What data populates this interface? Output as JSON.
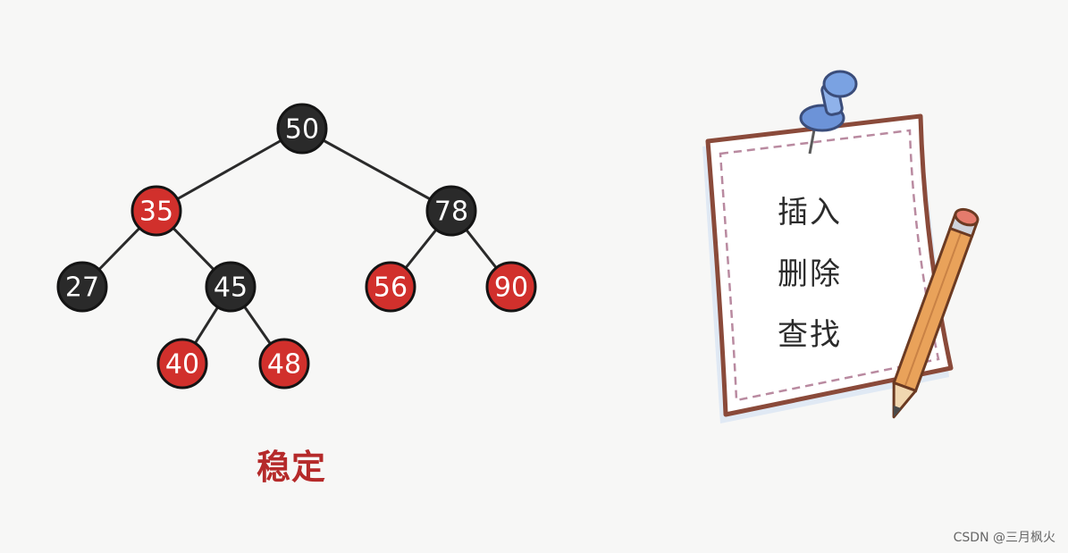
{
  "tree": {
    "nodes": [
      {
        "id": "n50",
        "label": "50",
        "color": "black"
      },
      {
        "id": "n35",
        "label": "35",
        "color": "red"
      },
      {
        "id": "n78",
        "label": "78",
        "color": "black"
      },
      {
        "id": "n27",
        "label": "27",
        "color": "black"
      },
      {
        "id": "n45",
        "label": "45",
        "color": "black"
      },
      {
        "id": "n56",
        "label": "56",
        "color": "red"
      },
      {
        "id": "n90",
        "label": "90",
        "color": "red"
      },
      {
        "id": "n40",
        "label": "40",
        "color": "red"
      },
      {
        "id": "n48",
        "label": "48",
        "color": "red"
      }
    ],
    "edges": [
      [
        "n50",
        "n35"
      ],
      [
        "n50",
        "n78"
      ],
      [
        "n35",
        "n27"
      ],
      [
        "n35",
        "n45"
      ],
      [
        "n78",
        "n56"
      ],
      [
        "n78",
        "n90"
      ],
      [
        "n45",
        "n40"
      ],
      [
        "n45",
        "n48"
      ]
    ]
  },
  "caption": "稳定",
  "note": {
    "items": [
      "插入",
      "删除",
      "查找"
    ]
  },
  "watermark": "CSDN @三月枫火",
  "colors": {
    "black_node": "#2a2a2a",
    "red_node": "#d1302c",
    "node_outline": "#141414",
    "edge": "#2a2a2a",
    "caption": "#b52a2a",
    "paper_border": "#8a4a3a",
    "paper_dash": "#b98aa0",
    "pin": "#6c93d8",
    "pencil": "#e9a25a"
  }
}
